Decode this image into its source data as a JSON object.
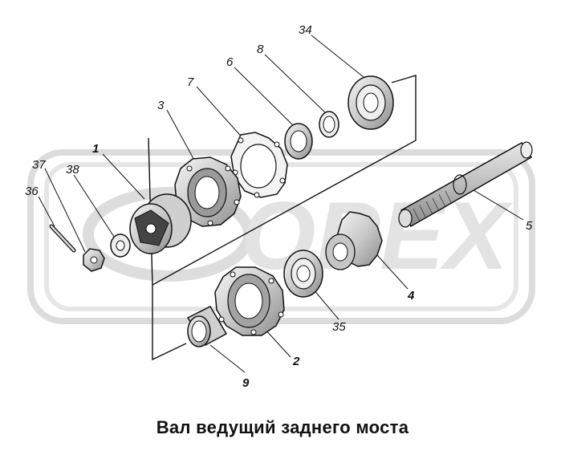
{
  "caption": "Вал ведущий заднего моста",
  "watermark": {
    "text": "ОРЕХ"
  },
  "labels": {
    "l34": "34",
    "l8": "8",
    "l6": "6",
    "l7": "7",
    "l3": "3",
    "l1": "1",
    "l37": "37",
    "l38": "38",
    "l36": "36",
    "l5": "5",
    "l4": "4",
    "l35": "35",
    "l2": "2",
    "l9": "9"
  },
  "colors": {
    "ink": "#111111",
    "watermark": "#e3e3e3",
    "part_fill": "#d8d8d8",
    "part_dark": "#7a7a7a"
  }
}
